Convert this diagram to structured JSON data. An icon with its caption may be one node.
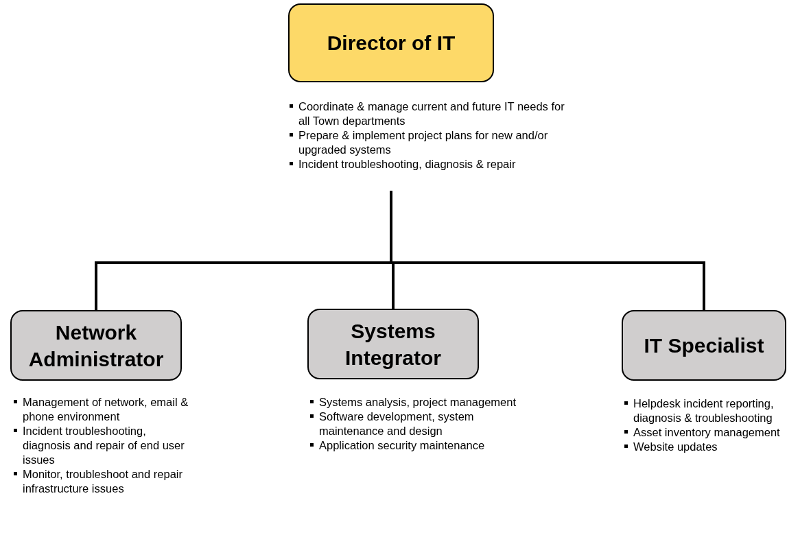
{
  "diagram": {
    "nodes": [
      {
        "text": [
          "Director of IT"
        ],
        "beside": [
          "Coordinate & manage current and future IT needs for all Town departments",
          "Prepare & implement project plans for new and/or upgraded systems",
          "Incident troubleshooting, diagnosis & repair"
        ]
      },
      {
        "text": [
          "Network Administrator"
        ],
        "beside": [
          "Management of network, email & phone environment",
          "Incident troubleshooting, diagnosis and repair of end user issues",
          "Monitor, troubleshoot and repair infrastructure issues"
        ]
      },
      {
        "text": [
          "Systems Integrator"
        ],
        "beside": [
          "Systems analysis, project management",
          "Software development, system maintenance and design",
          "Application security maintenance"
        ]
      },
      {
        "text": [
          "IT Specialist"
        ],
        "beside": [
          "Helpdesk incident reporting, diagnosis & troubleshooting",
          "Asset inventory management",
          "Website updates"
        ]
      }
    ],
    "edges": [
      {
        "from": 0,
        "to": 1,
        "arrow": "none"
      },
      {
        "from": 0,
        "to": 2,
        "arrow": "none"
      },
      {
        "from": 0,
        "to": 3,
        "arrow": "none"
      }
    ]
  }
}
